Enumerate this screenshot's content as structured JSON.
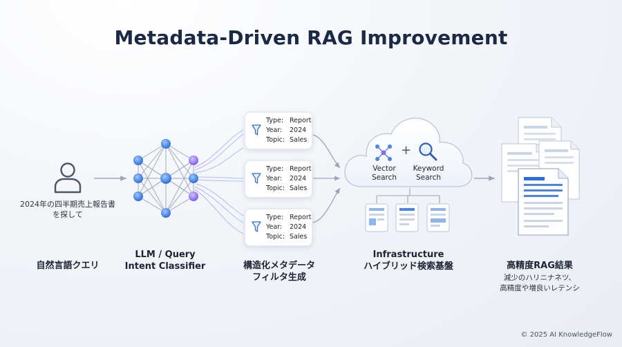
{
  "title": "Metadata-Driven RAG Improvement",
  "user": {
    "query": "2024年の四半期売上報告書を探して",
    "caption": "自然言語クエリ"
  },
  "classifier": {
    "caption_line1": "LLM / Query",
    "caption_line2": "Intent Classifier"
  },
  "filters": {
    "caption_line1": "構造化メタデータ",
    "caption_line2": "フィルタ生成",
    "cards": [
      {
        "type_label": "Type:",
        "type": "Report",
        "year_label": "Year:",
        "year": "2024",
        "topic_label": "Topic:",
        "topic": "Sales"
      },
      {
        "type_label": "Type:",
        "type": "Report",
        "year_label": "Year:",
        "year": "2024",
        "topic_label": "Topic:",
        "topic": "Sales"
      },
      {
        "type_label": "Type:",
        "type": "Report",
        "year_label": "Year:",
        "year": "2024",
        "topic_label": "Topic:",
        "topic": "Sales"
      }
    ]
  },
  "infrastructure": {
    "vector_line1": "Vector",
    "vector_line2": "Search",
    "plus": "+",
    "keyword_line1": "Keyword",
    "keyword_line2": "Search",
    "caption_line1": "Infrastructure",
    "caption_line2": "ハイブリッド検索基盤"
  },
  "results": {
    "caption": "高精度RAG結果",
    "sub_line1": "減少のハリニナネツ、",
    "sub_line2": "高精度や増良いレテンシ"
  },
  "copyright": "© 2025 AI KnowledgeFlow",
  "colors": {
    "title": "#1b2a44",
    "accent_blue": "#3b7be0",
    "node_purple": "#8a6cf0",
    "arrow": "#9aa6b8"
  }
}
